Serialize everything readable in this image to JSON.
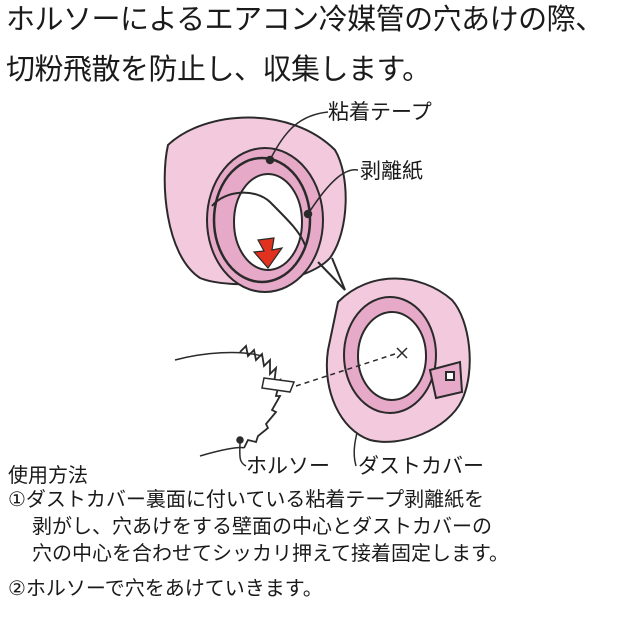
{
  "headline": {
    "line1": "ホルソーによるエアコン冷媒管の穴あけの際、",
    "line2": "切粉飛散を防止し、収集します。"
  },
  "callouts": {
    "adhesive_tape": "粘着テープ",
    "release_paper": "剥離紙",
    "hole_saw": "ホルソー",
    "dust_cover": "ダストカバー"
  },
  "usage": {
    "title": "使用方法",
    "step1": {
      "line1": "①ダストカバー裏面に付いている粘着テープ剥離紙を",
      "line2": "剥がし、穴あけをする壁面の中心とダストカバーの",
      "line3": "穴の中心を合わせてシッカリ押えて接着固定します。"
    },
    "step2": {
      "line1": "②ホルソーで穴をあけていきます。"
    }
  },
  "colors": {
    "cover_pink": "#f3c9de",
    "cover_shadow": "#e6a9c8",
    "arrow_red": "#e0321e",
    "outline": "#2a2a2a"
  }
}
